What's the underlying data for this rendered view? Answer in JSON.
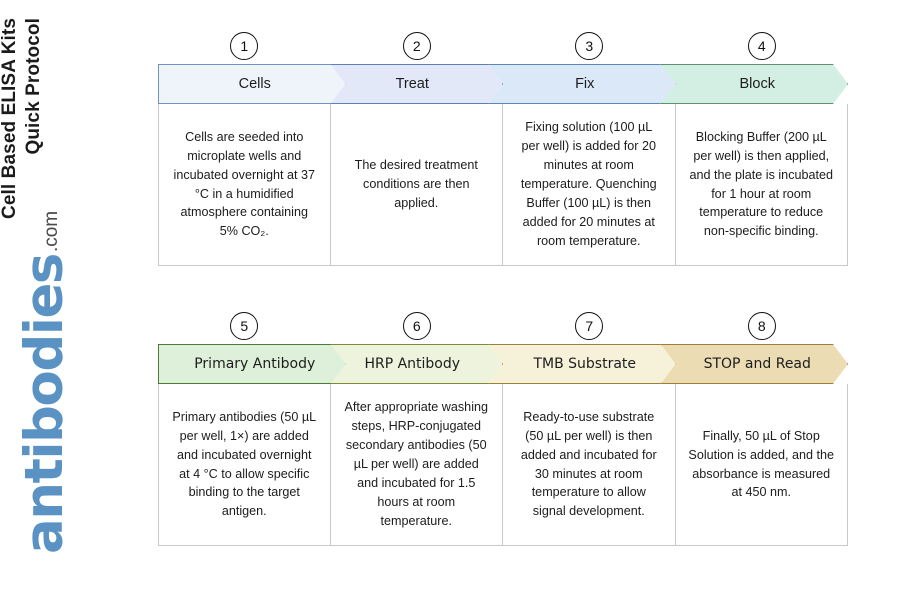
{
  "document": {
    "title_line1": "Cell Based ELISA Kits",
    "title_line2": "Quick Protocol",
    "logo_word": "antibodies",
    "logo_suffix": ".com"
  },
  "rows": [
    {
      "id": "row-1",
      "steps": [
        {
          "number": "1",
          "label": "Cells",
          "fill": "#eff4fb",
          "border": "#6f93c4",
          "body": "Cells are seeded into microplate wells and incubated overnight at 37 °C in a humidified atmosphere containing 5% CO₂."
        },
        {
          "number": "2",
          "label": "Treat",
          "fill": "#e2e8f8",
          "border": "#5f7fb5",
          "body": "The desired treatment conditions are then applied."
        },
        {
          "number": "3",
          "label": "Fix",
          "fill": "#dbe8f7",
          "border": "#5c86b5",
          "body": "Fixing solution (100 µL per well) is added for 20 minutes at room temperature. Quenching Buffer (100 µL) is then added for 20 minutes at room temperature."
        },
        {
          "number": "4",
          "label": "Block",
          "fill": "#d3eee2",
          "border": "#5f8f73",
          "body": "Blocking Buffer (200 µL per well) is then applied, and the plate is incubated for 1 hour at room temperature to reduce non-specific binding."
        }
      ]
    },
    {
      "id": "row-2",
      "steps": [
        {
          "number": "5",
          "label": "Primary Antibody",
          "fill": "#dff0da",
          "border": "#4b7c32",
          "body": "Primary antibodies (50 µL per well, 1×) are added and incubated overnight at 4 °C to allow specific binding to the target antigen."
        },
        {
          "number": "6",
          "label": "HRP Antibody",
          "fill": "#edf3dc",
          "border": "#7f8a33",
          "body": "After appropriate washing steps, HRP-conjugated secondary antibodies (50 µL per well) are added and incubated for 1.5 hours at room temperature."
        },
        {
          "number": "7",
          "label": "TMB Substrate",
          "fill": "#f6f2d9",
          "border": "#9a8330",
          "body": "Ready-to-use substrate (50 µL per well) is then added and incubated for 30 minutes at room temperature to allow signal development."
        },
        {
          "number": "8",
          "label": "STOP and Read",
          "fill": "#ecdcb4",
          "border": "#a07c2e",
          "body": "Finally, 50 µL of Stop Solution is added, and the absorbance is measured at 450 nm."
        }
      ]
    }
  ]
}
